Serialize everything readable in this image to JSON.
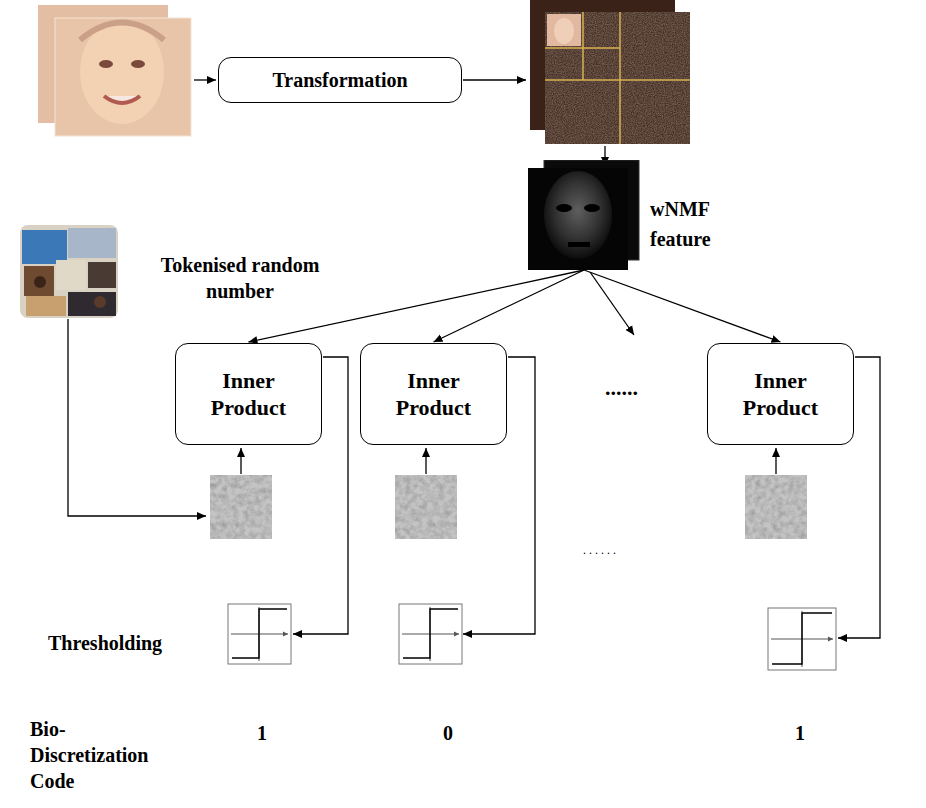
{
  "diagram": {
    "nodes": [
      {
        "text": [
          "Transformation"
        ]
      },
      {
        "text": [
          "wNMF feature"
        ]
      },
      {
        "text": [
          "Inner Product"
        ]
      },
      {
        "text": [
          "Inner Product"
        ]
      },
      {
        "text": [
          "Inner Product"
        ]
      }
    ],
    "edges": [
      {
        "from": 1,
        "to": 2,
        "arrow": "to"
      },
      {
        "from": 1,
        "to": 3,
        "arrow": "to"
      },
      {
        "from": 1,
        "to": 4,
        "arrow": "to"
      }
    ],
    "labels": [
      "Tokenised random number",
      "......",
      "......",
      "Thresholding",
      "Bio-Discretization Code",
      "1",
      "0",
      "1"
    ]
  }
}
